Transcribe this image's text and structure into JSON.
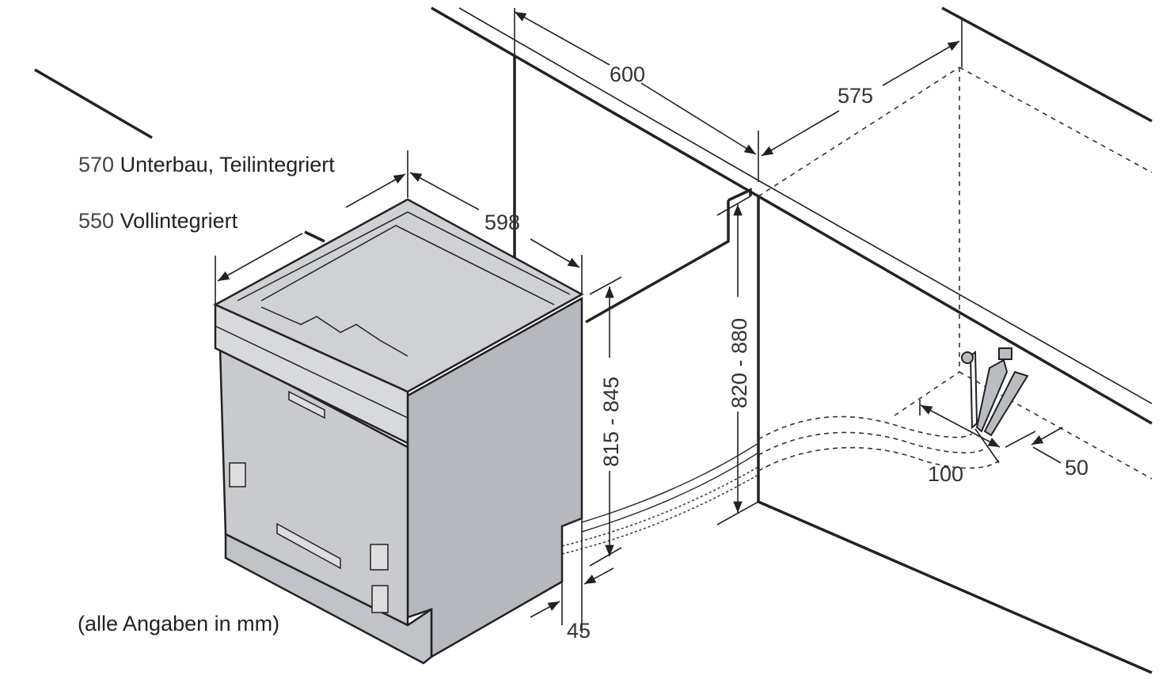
{
  "legend": {
    "row1": {
      "value": "570",
      "text": "Unterbau, Teilintegriert"
    },
    "row2": {
      "value": "550",
      "text": "Vollintegriert"
    }
  },
  "dimensions": {
    "cabinet_width": "600",
    "cabinet_depth": "575",
    "appliance_width": "598",
    "appliance_height": "815 - 845",
    "niche_height": "820 - 880",
    "plinth_depth": "45",
    "connection_width": "100",
    "connection_offset": "50"
  },
  "footnote": "(alle Angaben in mm)"
}
